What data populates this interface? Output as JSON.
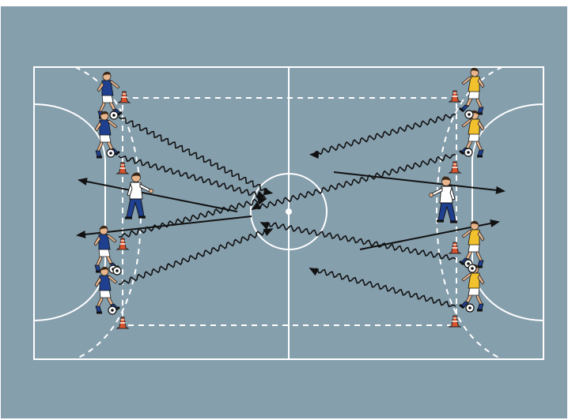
{
  "diagram": {
    "colors": {
      "pitch": "#869fad",
      "lines": "#ffffff",
      "arrows": "#111111",
      "cone": "#d9532c",
      "team_blue": "#1f3f8f",
      "team_yellow": "#f2c12e",
      "coach_shirt": "#ffffff",
      "coach_trousers": "#1f3f8f",
      "skin": "#e9b58c"
    },
    "elements": {
      "left_players": 4,
      "right_players": 4,
      "coaches": 2,
      "cones": 8,
      "balls": 8
    }
  }
}
